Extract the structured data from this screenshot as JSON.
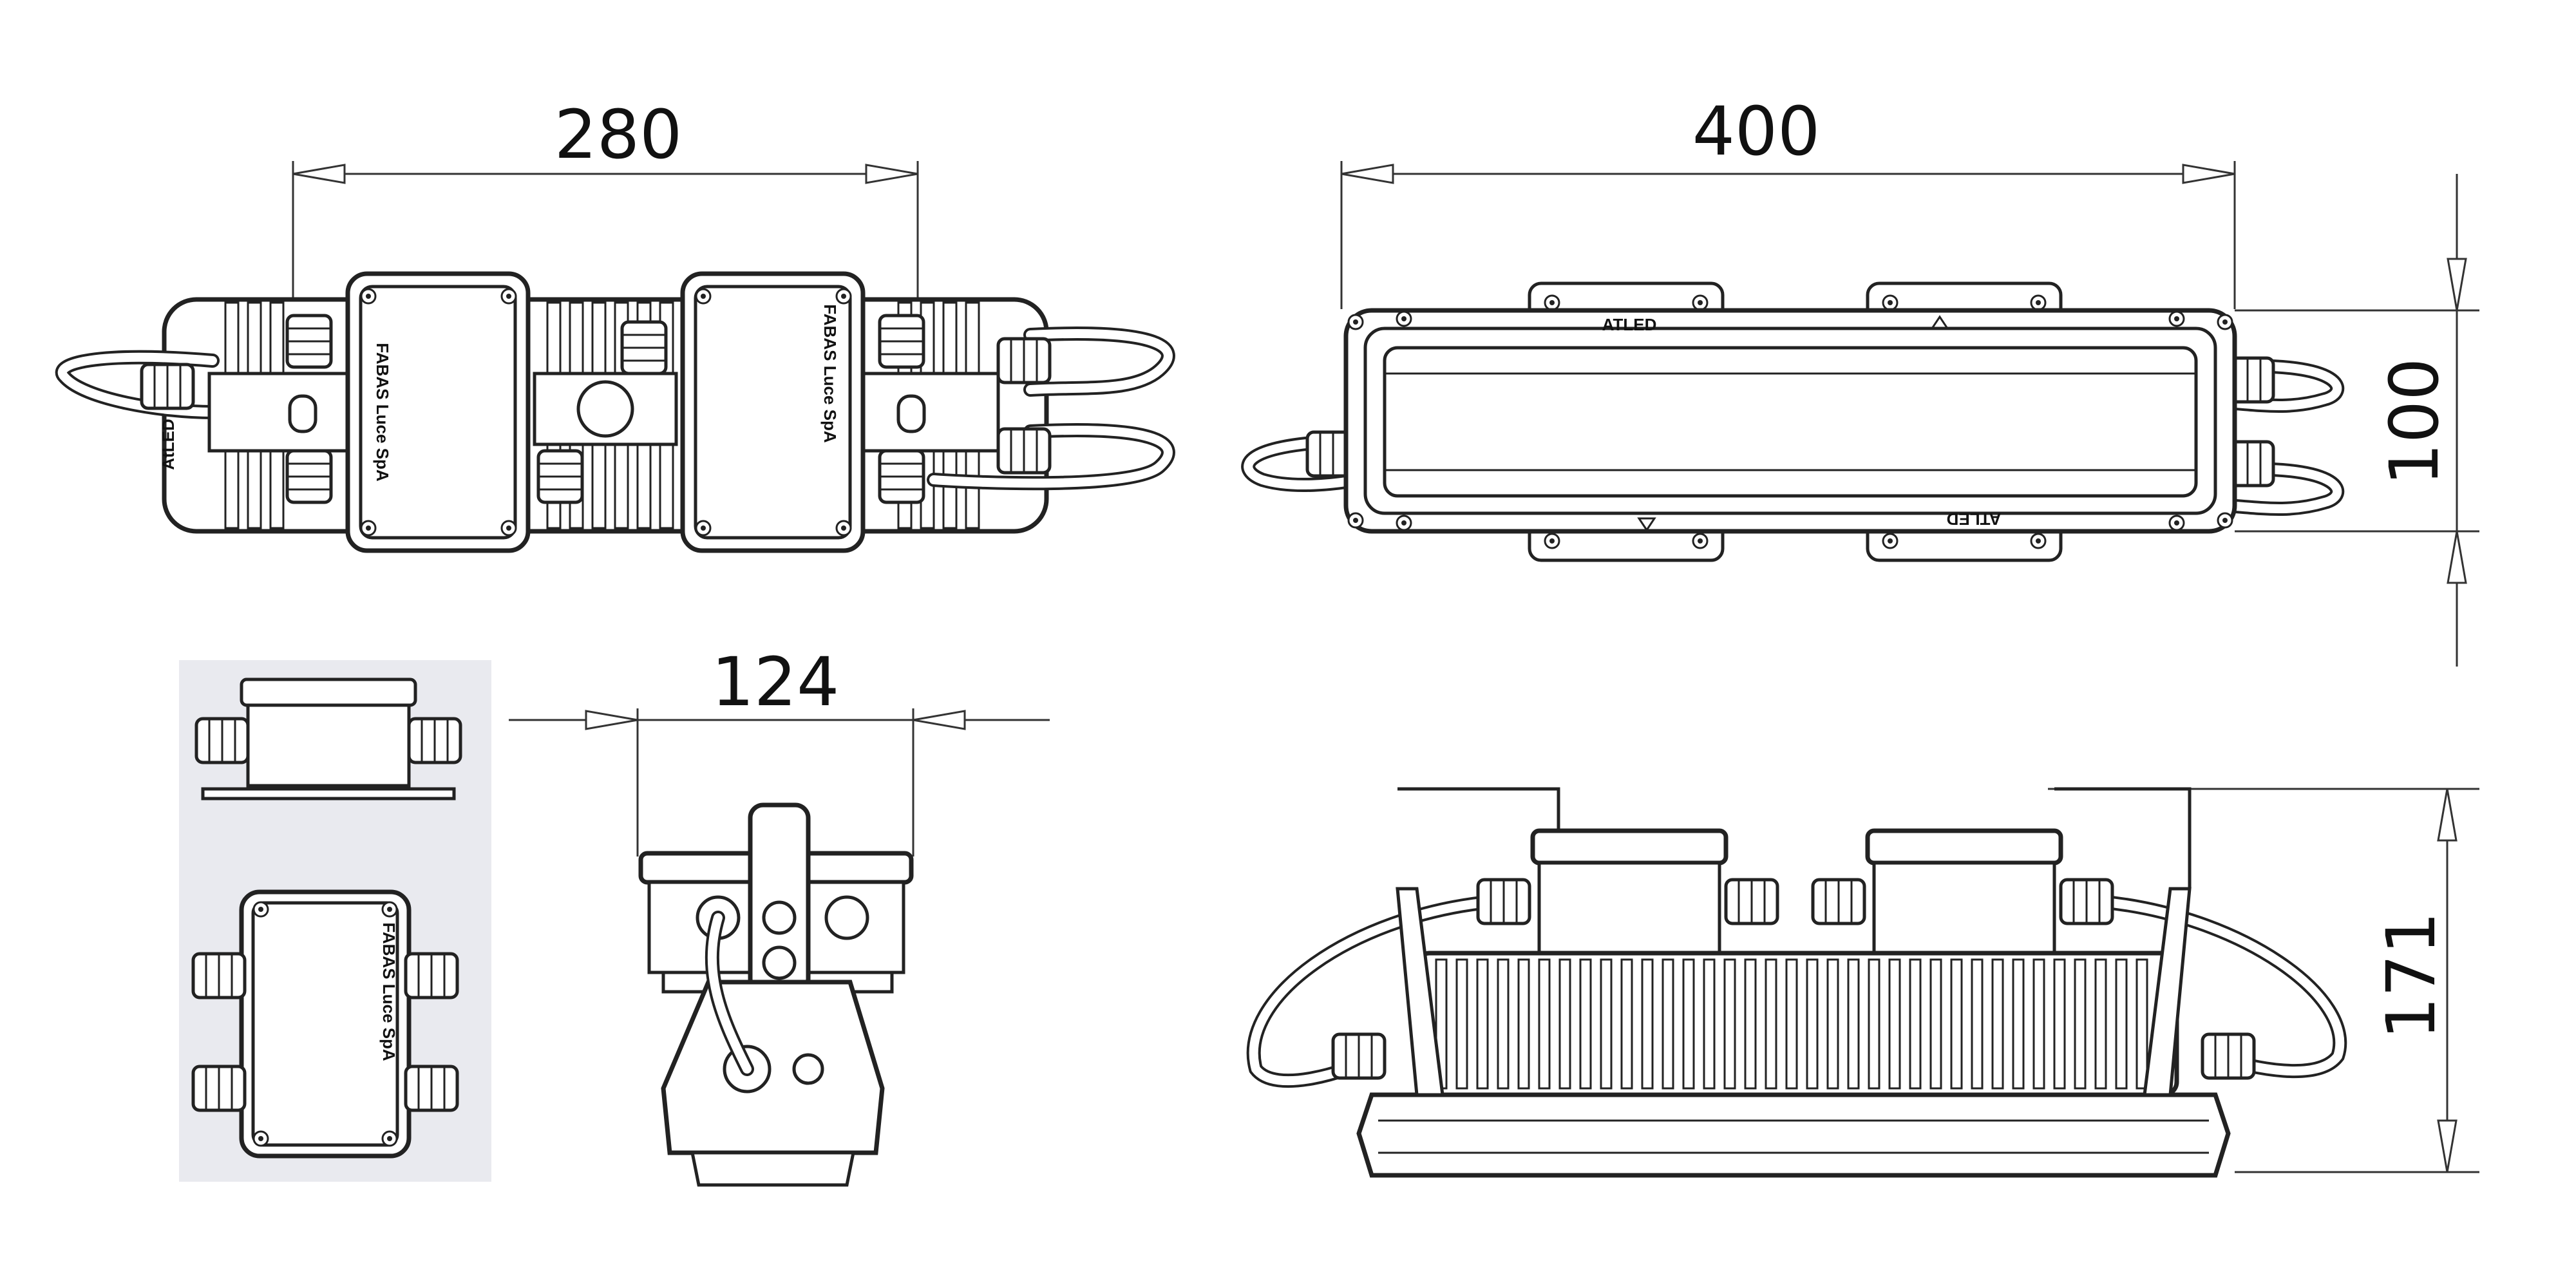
{
  "dimensions": {
    "top_left_width": "280",
    "top_right_width": "400",
    "top_right_height": "100",
    "bottom_middle_width": "124",
    "bottom_right_height": "171"
  },
  "labels": {
    "box_label": "FABAS Luce SpA",
    "brand_label": "ATLED",
    "side_label": "AtLED"
  },
  "colors": {
    "line": "#222222",
    "inset_background": "#e9eaef",
    "background": "#ffffff"
  }
}
